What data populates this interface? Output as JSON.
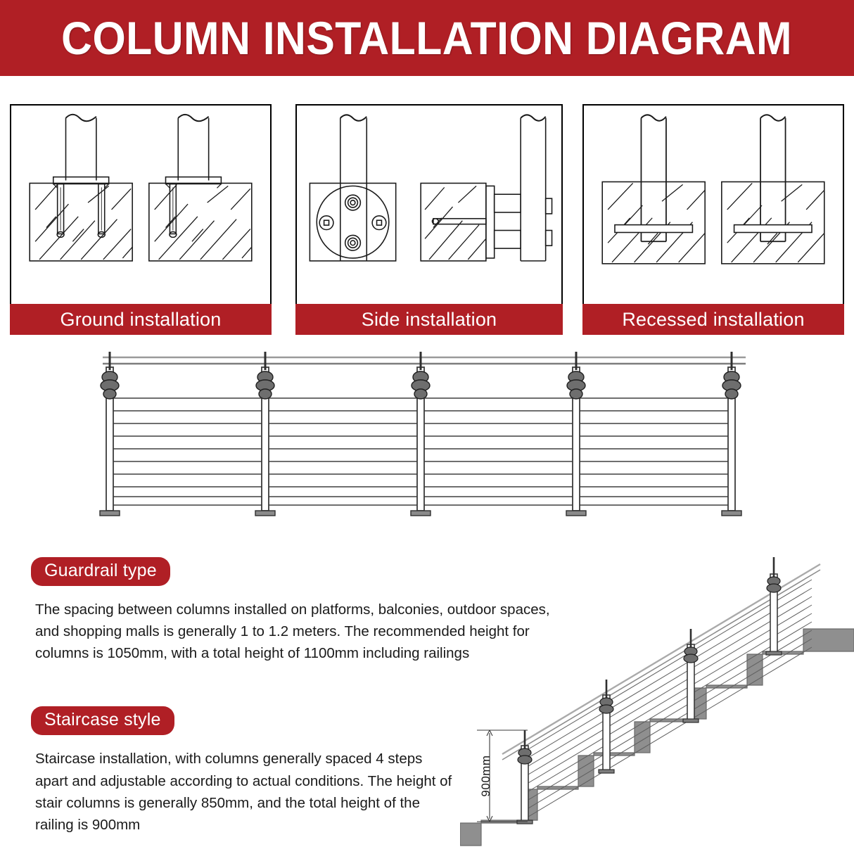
{
  "header": {
    "title": "COLUMN INSTALLATION DIAGRAM",
    "background_color": "#b01f25",
    "text_color": "#ffffff"
  },
  "panels": [
    {
      "id": "ground",
      "caption": "Ground installation",
      "description": "Two posts with base plates bolted onto hatched concrete slabs with anchor bolts"
    },
    {
      "id": "side",
      "caption": "Side installation",
      "description": "Front view of circular flange plate with four bolt holes and side section view of wall mounting"
    },
    {
      "id": "recessed",
      "caption": "Recessed installation",
      "description": "Posts embedded into hatched concrete with horizontal anchor bars"
    }
  ],
  "railing": {
    "post_count": 5,
    "cable_count": 10,
    "has_top_rail": true
  },
  "sections": [
    {
      "id": "guardrail",
      "badge": "Guardrail type",
      "text": "The spacing between columns installed on platforms, balconies, outdoor spaces, and shopping malls is generally 1 to 1.2 meters. The recommended height for columns is 1050mm, with a total height of 1100mm including railings"
    },
    {
      "id": "staircase",
      "badge": "Staircase style",
      "text": "Staircase installation, with columns generally spaced 4 steps apart and adjustable according to actual conditions. The height of stair columns is generally 850mm, and the total height of the railing is 900mm"
    }
  ],
  "stairs": {
    "dimension_label": "900mm",
    "step_count": 6,
    "post_count": 4,
    "step_color": "#8f8f8f"
  },
  "colors": {
    "brand_red": "#b01f25",
    "line": "#1a1a1a",
    "concrete": "#8f8f8f"
  }
}
